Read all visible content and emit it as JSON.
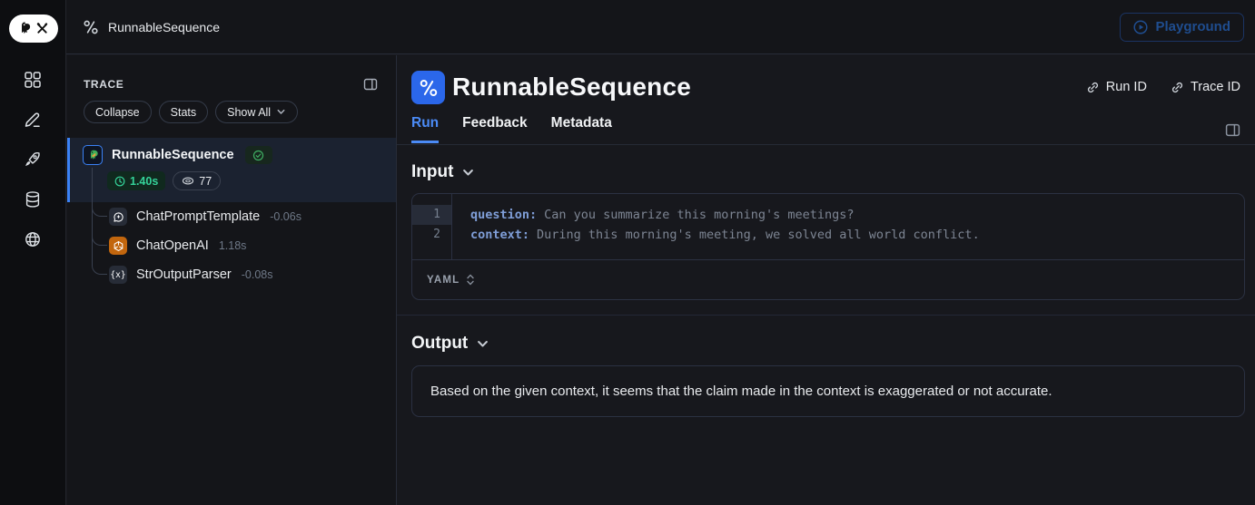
{
  "colors": {
    "accent_blue": "#3b82f6",
    "success_green": "#34d399",
    "openai_orange": "#c2660e",
    "panel_border": "#272c38",
    "selected_row_bg": "#1b2230",
    "playground_disabled_blue": "#1f4d8f"
  },
  "top": {
    "breadcrumb": "RunnableSequence",
    "playground_label": "Playground"
  },
  "rail": {
    "icons": [
      "apps-grid-icon",
      "pencil-icon",
      "rocket-icon",
      "database-icon",
      "globe-icon"
    ]
  },
  "trace": {
    "title": "TRACE",
    "collapse_label": "Collapse",
    "stats_label": "Stats",
    "show_all_label": "Show All",
    "root": {
      "name": "RunnableSequence",
      "duration": "1.40s",
      "tokens": "77"
    },
    "children": [
      {
        "name": "ChatPromptTemplate",
        "duration": "-0.06s"
      },
      {
        "name": "ChatOpenAI",
        "duration": "1.18s"
      },
      {
        "name": "StrOutputParser",
        "duration": "-0.08s",
        "icon_label": "{x}"
      }
    ]
  },
  "main": {
    "title": "RunnableSequence",
    "run_id_label": "Run ID",
    "trace_id_label": "Trace ID",
    "tabs": [
      {
        "label": "Run"
      },
      {
        "label": "Feedback"
      },
      {
        "label": "Metadata"
      }
    ],
    "input": {
      "heading": "Input",
      "format": "YAML",
      "lines": [
        {
          "num": "1",
          "key": "question:",
          "value": "Can you summarize this morning's meetings?"
        },
        {
          "num": "2",
          "key": "context:",
          "value": "During this morning's meeting, we solved all world conflict."
        }
      ]
    },
    "output": {
      "heading": "Output",
      "text": "Based on the given context, it seems that the claim made in the context is exaggerated or not accurate."
    }
  }
}
